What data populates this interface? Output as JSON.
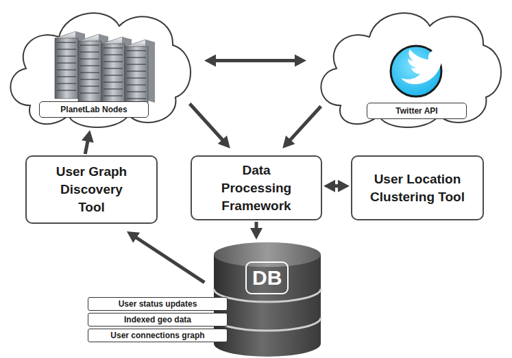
{
  "diagram": {
    "nodes": [
      {
        "text": [
          "PlanetLab Nodes"
        ]
      },
      {
        "text": [
          "Twitter API"
        ]
      },
      {
        "text": [
          "User Graph Discovery Tool"
        ]
      },
      {
        "text": [
          "Data Processing Framework"
        ]
      },
      {
        "text": [
          "User Location Clustering Tool"
        ]
      },
      {
        "text": [
          "DB"
        ]
      },
      {
        "text": [
          "User status updates"
        ]
      },
      {
        "text": [
          "Indexed geo data"
        ]
      },
      {
        "text": [
          "User connections graph"
        ]
      }
    ],
    "edges": [
      {
        "from": 0,
        "to": 1,
        "arrow": "both"
      },
      {
        "from": 0,
        "to": 3,
        "arrow": "to"
      },
      {
        "from": 1,
        "to": 3,
        "arrow": "to"
      },
      {
        "from": 2,
        "to": 0,
        "arrow": "to"
      },
      {
        "from": 3,
        "to": 4,
        "arrow": "both"
      },
      {
        "from": 3,
        "to": 5,
        "arrow": "to"
      },
      {
        "from": 5,
        "to": 2,
        "arrow": "to"
      }
    ]
  }
}
